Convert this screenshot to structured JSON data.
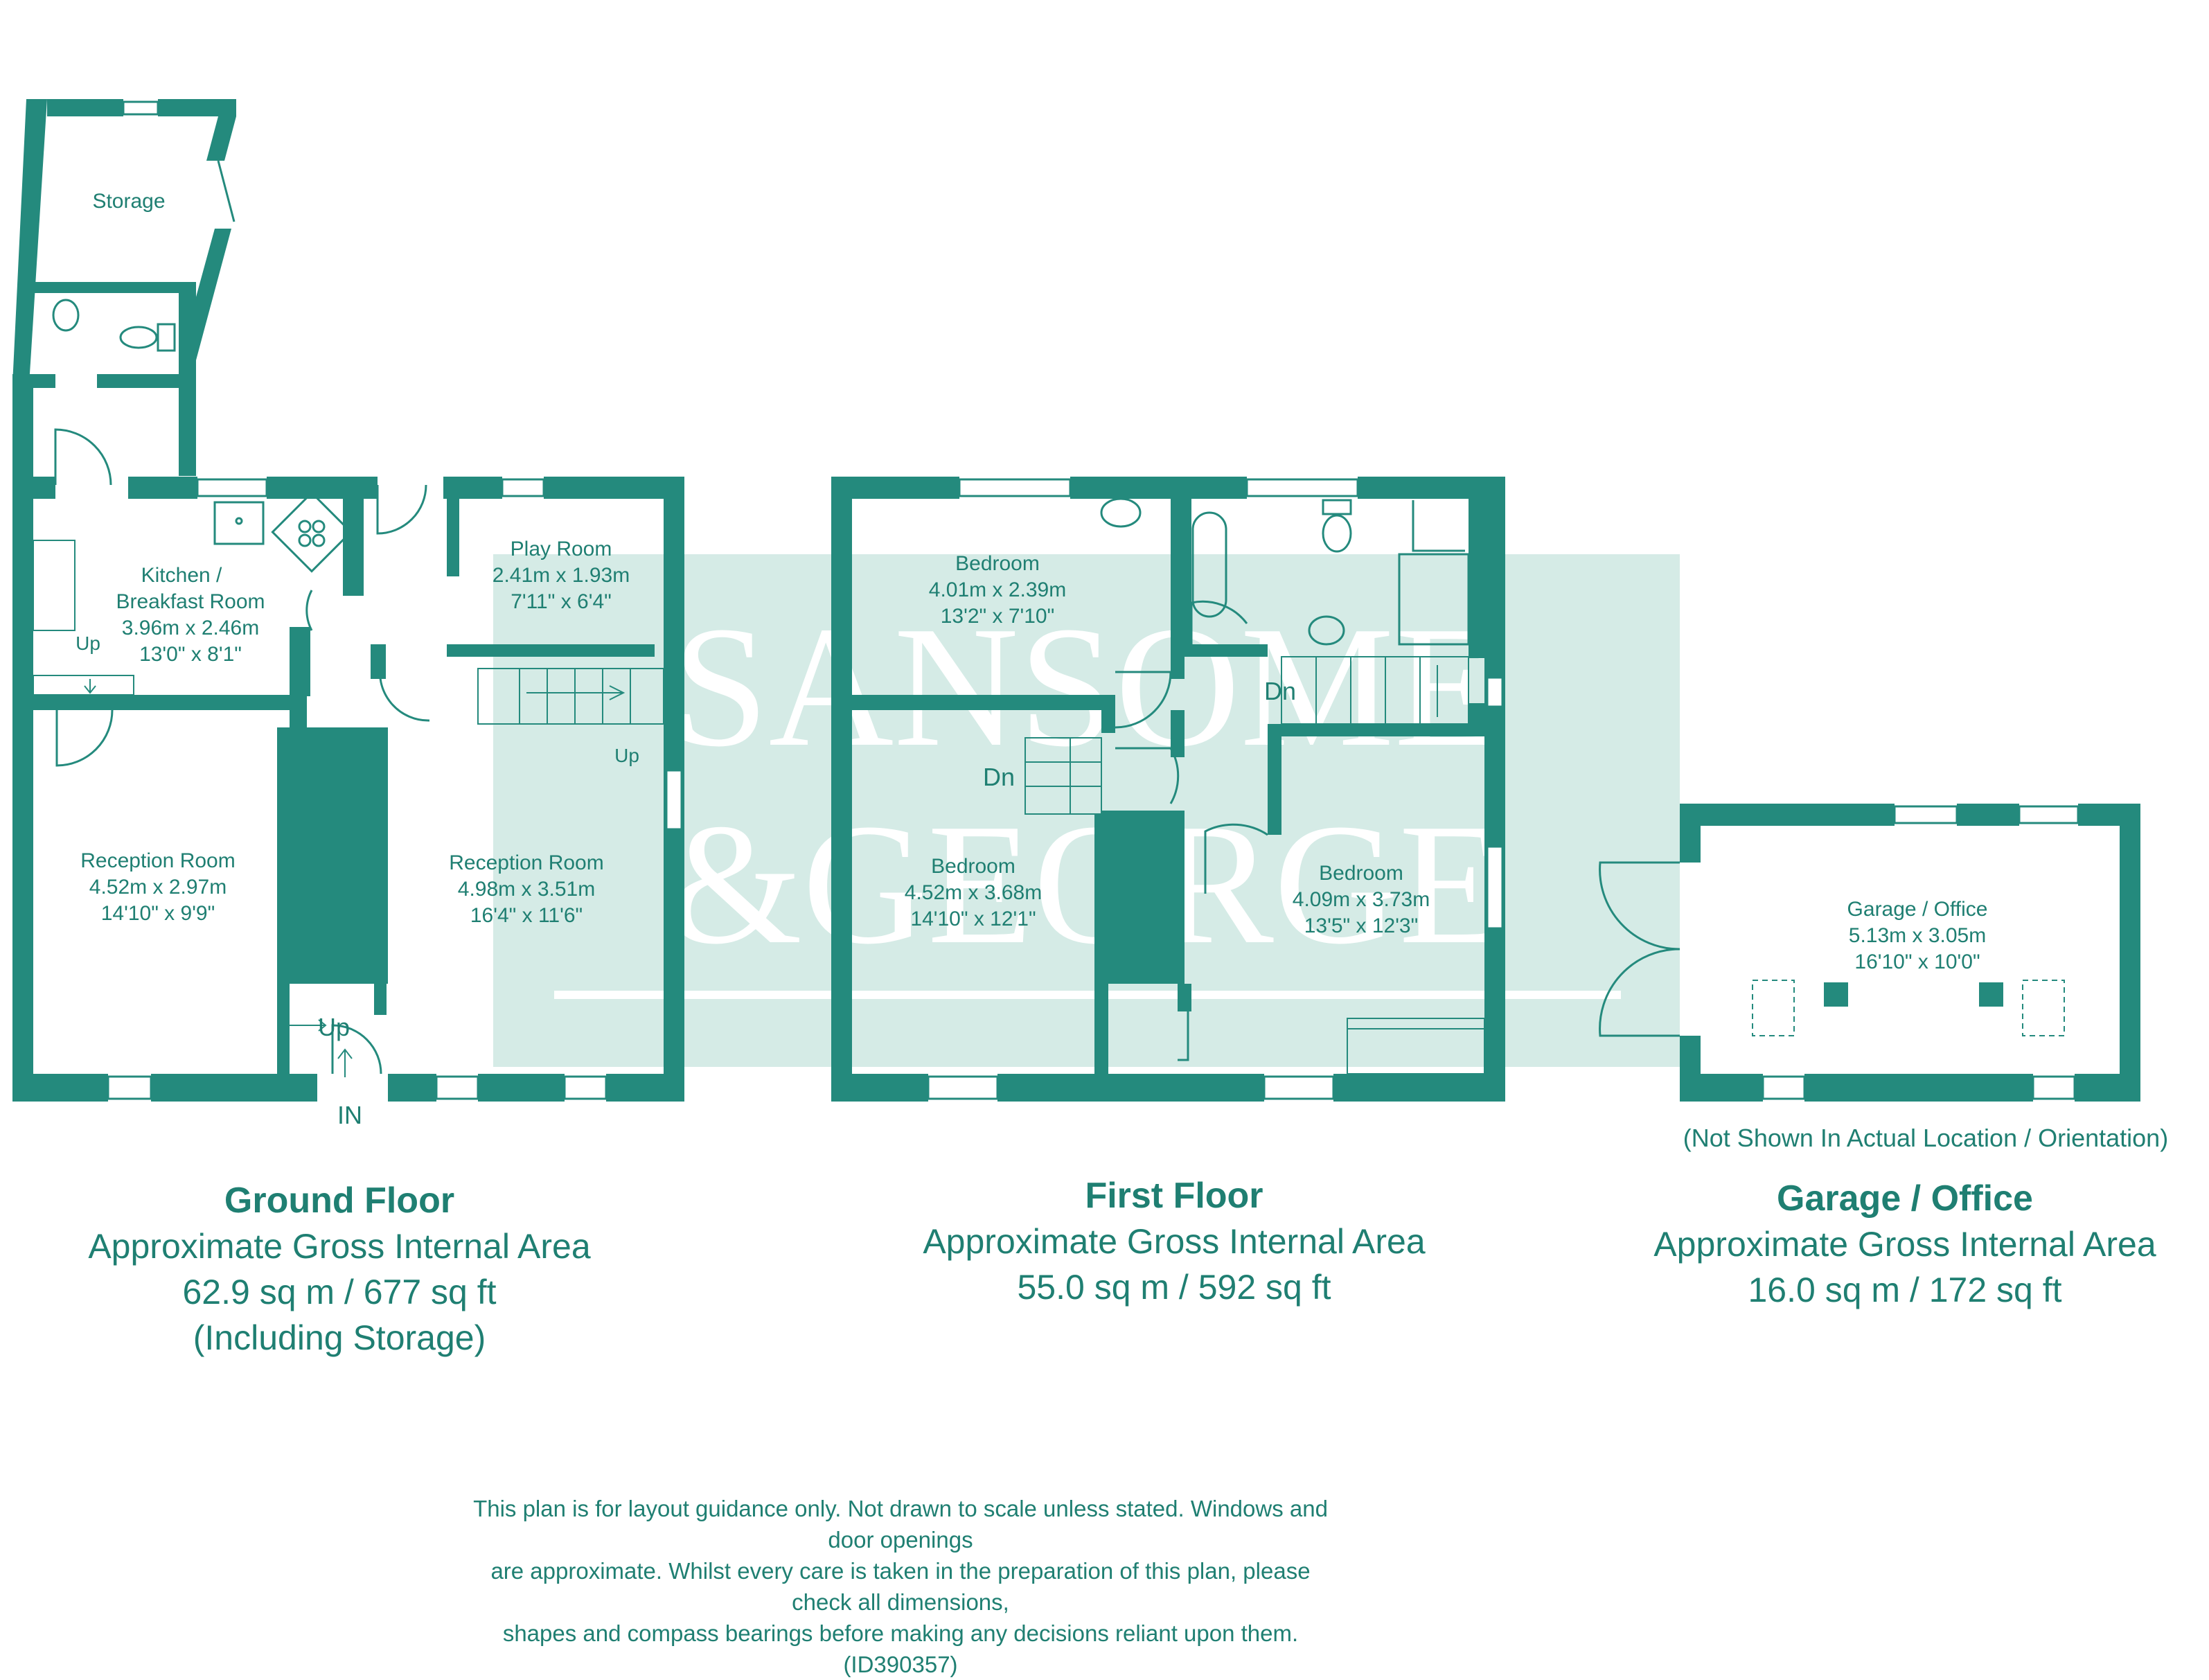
{
  "colors": {
    "wall": "#248a7d",
    "text": "#1f7f72",
    "watermark": "#d5ebe6"
  },
  "watermark": {
    "line1": "SANSOME",
    "line2": "&GEORGE"
  },
  "rooms": {
    "storage": {
      "name": "Storage"
    },
    "kitchen": {
      "name1": "Kitchen /",
      "name2": "Breakfast Room",
      "metric": "3.96m x 2.46m",
      "imperial": "13'0\" x 8'1\""
    },
    "play_room": {
      "name": "Play Room",
      "metric": "2.41m x 1.93m",
      "imperial": "7'11\" x 6'4\""
    },
    "reception_left": {
      "name": "Reception Room",
      "metric": "4.52m x 2.97m",
      "imperial": "14'10\" x 9'9\""
    },
    "reception_right": {
      "name": "Reception Room",
      "metric": "4.98m x 3.51m",
      "imperial": "16'4\" x 11'6\""
    },
    "bedroom_top": {
      "name": "Bedroom",
      "metric": "4.01m x 2.39m",
      "imperial": "13'2\" x 7'10\""
    },
    "bedroom_left": {
      "name": "Bedroom",
      "metric": "4.52m x 3.68m",
      "imperial": "14'10\" x 12'1\""
    },
    "bedroom_right": {
      "name": "Bedroom",
      "metric": "4.09m x 3.73m",
      "imperial": "13'5\" x 12'3\""
    },
    "garage": {
      "name": "Garage / Office",
      "metric": "5.13m x 3.05m",
      "imperial": "16'10\" x 10'0\""
    }
  },
  "markers": {
    "up": "Up",
    "down": "Dn",
    "entrance": "IN"
  },
  "garage_note": "(Not Shown In Actual Location / Orientation)",
  "floors": {
    "ground": {
      "title": "Ground Floor",
      "subtitle": "Approximate Gross Internal Area",
      "area": "62.9 sq m / 677 sq ft",
      "extra": "(Including Storage)"
    },
    "first": {
      "title": "First Floor",
      "subtitle": "Approximate Gross Internal Area",
      "area": "55.0 sq m / 592 sq ft"
    },
    "garage": {
      "title": "Garage / Office",
      "subtitle": "Approximate Gross Internal Area",
      "area": "16.0 sq m / 172 sq ft"
    }
  },
  "disclaimer": {
    "line1": "This plan is for layout guidance only. Not drawn to scale unless stated. Windows and door openings",
    "line2": "are approximate. Whilst every care is taken in the preparation of this plan, please check all dimensions,",
    "line3": "shapes and compass bearings before making any decisions reliant upon them. (ID390357)"
  }
}
